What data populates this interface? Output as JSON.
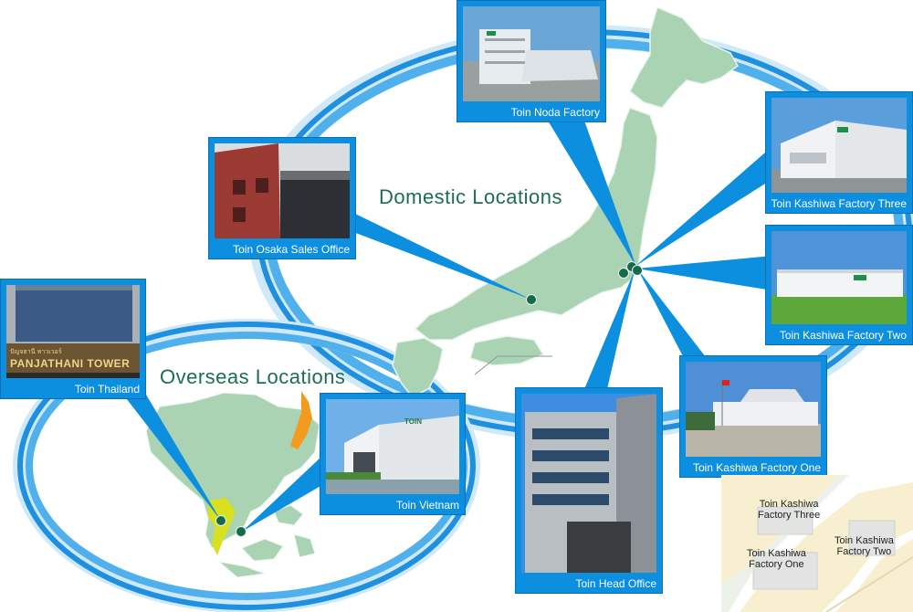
{
  "headings": {
    "domestic": "Domestic Locations",
    "overseas": "Overseas Locations"
  },
  "locations": {
    "noda": {
      "label": "Toin Noda Factory"
    },
    "kashiwa_three": {
      "label": "Toin Kashiwa Factory Three"
    },
    "kashiwa_two": {
      "label": "Toin Kashiwa Factory Two"
    },
    "kashiwa_one": {
      "label": "Toin Kashiwa Factory One"
    },
    "osaka": {
      "label": "Toin Osaka Sales Office"
    },
    "head_office": {
      "label": "Toin Head Office"
    },
    "thailand": {
      "label": "Toin Thailand"
    },
    "vietnam": {
      "label": "Toin Vietnam"
    }
  },
  "signage": {
    "tower": "PANJATHANI TOWER",
    "tower_thai": "ปัญจธานี ทาวเวอร์",
    "factory_logo": "TOIN"
  },
  "minimap": {
    "three": "Toin Kashiwa\nFactory Three",
    "two": "Toin Kashiwa\nFactory Two",
    "one": "Toin Kashiwa\nFactory One"
  },
  "colors": {
    "ring_blue": "#1f8fe0",
    "card_blue": "#0d8fe0",
    "land_green": "#a9d3b2",
    "heading_green": "#1c6e4f",
    "dot_green": "#16694a",
    "japan_orange": "#f29b1d",
    "thailand_yellow": "#d8e020",
    "minimap_bg": "#f7efcf"
  }
}
